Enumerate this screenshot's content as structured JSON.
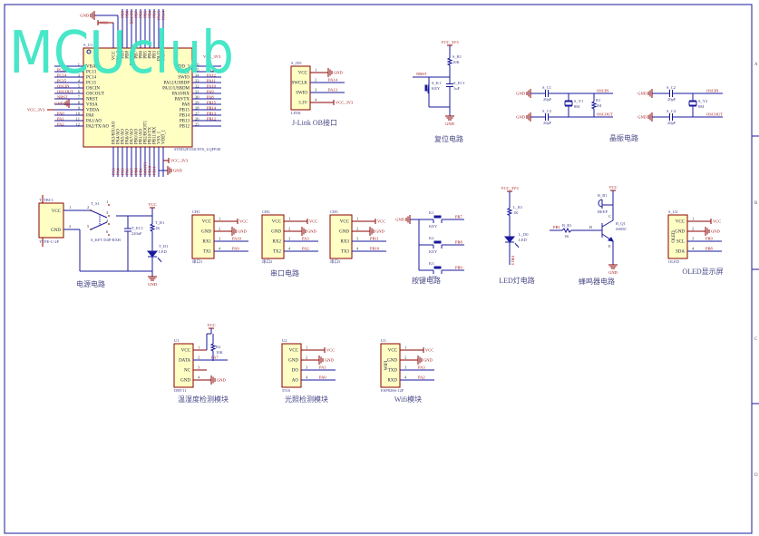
{
  "watermark": "MCUclub",
  "border_zones": [
    "A",
    "B",
    "C",
    "D"
  ],
  "mcu": {
    "designator": "S_U1",
    "part": "STM32F103C8T6_LQFP48",
    "left_pins": [
      {
        "num": "1",
        "name": "VBAT",
        "net": ""
      },
      {
        "num": "2",
        "name": "PC13",
        "net": "PC13"
      },
      {
        "num": "3",
        "name": "PC14",
        "net": "PC14"
      },
      {
        "num": "4",
        "name": "PC15",
        "net": "PC15"
      },
      {
        "num": "5",
        "name": "OSCIN",
        "net": "OSCIN"
      },
      {
        "num": "6",
        "name": "OSCOUT",
        "net": "OSCOUT"
      },
      {
        "num": "7",
        "name": "NRST",
        "net": "NRST"
      },
      {
        "num": "8",
        "name": "VSSA",
        "net": "GND"
      },
      {
        "num": "9",
        "name": "VDDA",
        "net": "VCC_3V3"
      },
      {
        "num": "10",
        "name": "PA0",
        "net": "PA0"
      },
      {
        "num": "11",
        "name": "PA1/AO",
        "net": "PA1"
      },
      {
        "num": "12",
        "name": "PA2/TX/AO",
        "net": "PA2"
      }
    ],
    "right_pins": [
      {
        "num": "36",
        "name": "VDD_3",
        "net": "VCC_3V3"
      },
      {
        "num": "35",
        "name": "VSS_2",
        "net": "PA13"
      },
      {
        "num": "34",
        "name": "SWIO",
        "net": "PA12"
      },
      {
        "num": "33",
        "name": "PA12/USBDP",
        "net": "PA11"
      },
      {
        "num": "32",
        "name": "PA11/USBDM",
        "net": "PA10"
      },
      {
        "num": "31",
        "name": "PA10/RX",
        "net": "PA9"
      },
      {
        "num": "30",
        "name": "PA9/TX",
        "net": "PA8"
      },
      {
        "num": "29",
        "name": "PA8",
        "net": "PB15"
      },
      {
        "num": "28",
        "name": "PB15",
        "net": "PB14"
      },
      {
        "num": "27",
        "name": "PB14",
        "net": "PB13"
      },
      {
        "num": "26",
        "name": "PB13",
        "net": "PB12"
      },
      {
        "num": "25",
        "name": "PB12",
        "net": ""
      }
    ],
    "top_pins": [
      {
        "num": "48",
        "name": "VCC",
        "net": "VCC"
      },
      {
        "num": "47",
        "name": "VSS_3",
        "net": "GND"
      },
      {
        "num": "46",
        "name": "PB9",
        "net": "PB9"
      },
      {
        "num": "45",
        "name": "PB8",
        "net": "PB8"
      },
      {
        "num": "44",
        "name": "BOOT0",
        "net": "BOOT0"
      },
      {
        "num": "43",
        "name": "PB7",
        "net": "PB7"
      },
      {
        "num": "42",
        "name": "PB6",
        "net": "PB6"
      },
      {
        "num": "41",
        "name": "PB5",
        "net": "PB5"
      },
      {
        "num": "40",
        "name": "PB4",
        "net": "PB4"
      },
      {
        "num": "39",
        "name": "PB3",
        "net": "PB3"
      },
      {
        "num": "38",
        "name": "PA15",
        "net": "PA15"
      },
      {
        "num": "37",
        "name": "PA14",
        "net": "PA14"
      }
    ],
    "bottom_pins": [
      {
        "num": "13",
        "name": "PA3/RX/AO",
        "net": "PA3"
      },
      {
        "num": "14",
        "name": "PA4/AO",
        "net": "PA4"
      },
      {
        "num": "15",
        "name": "PA5/AO",
        "net": "PA5"
      },
      {
        "num": "16",
        "name": "PA6/AO",
        "net": "PA6"
      },
      {
        "num": "17",
        "name": "PA7/AO",
        "net": "PA7"
      },
      {
        "num": "18",
        "name": "PB0/AO",
        "net": "PB0"
      },
      {
        "num": "19",
        "name": "PB1/AO",
        "net": "PB1"
      },
      {
        "num": "20",
        "name": "PB2/BOOT1",
        "net": "BOOT1"
      },
      {
        "num": "21",
        "name": "PB10/TX",
        "net": "PB10"
      },
      {
        "num": "22",
        "name": "PB11/RX",
        "net": "PB11"
      },
      {
        "num": "23",
        "name": "VSS_1",
        "net": "GND"
      },
      {
        "num": "24",
        "name": "VDD_1",
        "net": "VCC_3V3"
      }
    ]
  },
  "jlink": {
    "designator": "S_JD1",
    "footer": "LINK",
    "title": "J-Link OB接口",
    "pins": [
      {
        "num": "1",
        "name": "VCC",
        "net": "GND",
        "type": "gnd"
      },
      {
        "num": "2",
        "name": "SWCLK",
        "net": "PA14",
        "type": "label"
      },
      {
        "num": "3",
        "name": "SWIO",
        "net": "PA13",
        "type": "label"
      },
      {
        "num": "4",
        "name": "3.3V",
        "net": "VCC_3V3",
        "type": "vcc"
      }
    ]
  },
  "reset": {
    "title": "复位电路",
    "power": "VCC_3V3",
    "net": "NRST",
    "gnd": "GND",
    "resistor": {
      "ref": "S_R1",
      "value": "10K"
    },
    "cap": {
      "ref": "S_EC1",
      "value": "1uF"
    },
    "key": {
      "ref": "S_K1",
      "value": "KEY"
    }
  },
  "crystal": {
    "title": "晶振电路",
    "left": {
      "gnd": "GND",
      "c_top": {
        "ref": "S_C1",
        "value": "20pF"
      },
      "c_bot": {
        "ref": "S_C3",
        "value": "20pF"
      },
      "xtal": {
        "ref": "S_Y1",
        "value": "8M"
      },
      "res": {
        "ref": "R1",
        "value": "1M"
      },
      "net_in": "OSCIN",
      "net_out": "OSCOUT"
    },
    "right": {
      "gnd": "GND",
      "c_top": {
        "ref": "S_C2",
        "value": "20pF"
      },
      "c_bot": {
        "ref": "S_C4",
        "value": "20pF"
      },
      "xtal": {
        "ref": "S_Y2",
        "value": "8M"
      },
      "net_in": "OSCIN",
      "net_out": "OSCOUT"
    }
  },
  "power": {
    "title": "电源电路",
    "usb": {
      "designator": "T_TBC1",
      "footer": "TYPE-C-2P",
      "pins": [
        {
          "num": "1",
          "name": "VCC"
        },
        {
          "num": "2",
          "name": "GND"
        }
      ]
    },
    "switch": {
      "ref": "T_S1",
      "footer": "S_KFT D4P-RXB",
      "pins": [
        "1",
        "2",
        "3",
        "4",
        "5",
        "6"
      ]
    },
    "cap": {
      "ref": "T_EC1",
      "value": "220uF"
    },
    "resistor": {
      "ref": "T_R1",
      "value": "1K"
    },
    "led": {
      "ref": "T_D1",
      "value": "LED"
    },
    "vcc": "VCC",
    "gnd": "GND"
  },
  "serial": {
    "title": "串口电路",
    "ports": [
      {
        "designator": "CH1",
        "footer": "串口1",
        "pins": [
          {
            "num": "1",
            "name": "VCC",
            "net": "VCC",
            "type": "vcc"
          },
          {
            "num": "2",
            "name": "GND",
            "net": "GND",
            "type": "gnd"
          },
          {
            "num": "3",
            "name": "RX1",
            "net": "PA10",
            "type": "label"
          },
          {
            "num": "4",
            "name": "TX1",
            "net": "PA9",
            "type": "label"
          }
        ]
      },
      {
        "designator": "CH2",
        "footer": "串口2",
        "pins": [
          {
            "num": "1",
            "name": "VCC",
            "net": "VCC",
            "type": "vcc"
          },
          {
            "num": "2",
            "name": "GND",
            "net": "GND",
            "type": "gnd"
          },
          {
            "num": "3",
            "name": "RX2",
            "net": "PA3",
            "type": "label"
          },
          {
            "num": "4",
            "name": "TX2",
            "net": "PA2",
            "type": "label"
          }
        ]
      },
      {
        "designator": "CH3",
        "footer": "串口3",
        "pins": [
          {
            "num": "1",
            "name": "VCC",
            "net": "VCC",
            "type": "vcc"
          },
          {
            "num": "2",
            "name": "GND",
            "net": "GND",
            "type": "gnd"
          },
          {
            "num": "3",
            "name": "RX3",
            "net": "PB11",
            "type": "label"
          },
          {
            "num": "4",
            "name": "TX3",
            "net": "PB10",
            "type": "label"
          }
        ]
      }
    ]
  },
  "keys": {
    "title": "按键电路",
    "gnd": "GND",
    "items": [
      {
        "ref": "K1",
        "value": "KEY",
        "net": "PB7"
      },
      {
        "ref": "K2",
        "value": "KEY",
        "net": "PB8"
      },
      {
        "ref": "K3",
        "value": "KEY",
        "net": "PB9"
      }
    ]
  },
  "led": {
    "title": "LED灯电路",
    "power": "VCC_3V3",
    "resistor": {
      "ref": "L_R1",
      "value": "1K"
    },
    "led": {
      "ref": "L_D0",
      "value": "LED"
    },
    "net": "PB13"
  },
  "buzzer": {
    "title": "蜂鸣器电路",
    "vcc": "VCC",
    "gnd": "GND",
    "beep": {
      "ref": "B_B1",
      "value": "BEEP"
    },
    "resistor": {
      "ref": "B_R1",
      "value": "1K"
    },
    "transistor": {
      "ref": "B_Q1",
      "value": "S8050"
    },
    "net": "PB1",
    "pin_b": "B",
    "pin_c": "C",
    "pin_e": "E"
  },
  "oled": {
    "title": "OLED显示屏",
    "designator": "S_U2",
    "footer": "OLED",
    "body": "OLED",
    "pins": [
      {
        "num": "1",
        "name": "VCC",
        "net": "VCC",
        "type": "vcc"
      },
      {
        "num": "2",
        "name": "GND",
        "net": "GND",
        "type": "gnd"
      },
      {
        "num": "3",
        "name": "SCL",
        "net": "PB9",
        "type": "label"
      },
      {
        "num": "4",
        "name": "SDA",
        "net": "PB8",
        "type": "label"
      }
    ]
  },
  "dht11": {
    "title": "温湿度检测模块",
    "designator": "U1",
    "footer": "DHT11",
    "vcc": "VCC",
    "resistor": {
      "ref": "R2",
      "value": "10K"
    },
    "pins": [
      {
        "num": "1",
        "name": "VCC",
        "net": "",
        "type": "none"
      },
      {
        "num": "2",
        "name": "DATA",
        "net": "PA7",
        "type": "label"
      },
      {
        "num": "3",
        "name": "NC",
        "net": "",
        "type": "nc"
      },
      {
        "num": "4",
        "name": "GND",
        "net": "GND",
        "type": "gnd"
      }
    ]
  },
  "light": {
    "title": "光照检测模块",
    "designator": "U2",
    "footer": "5516",
    "pins": [
      {
        "num": "1",
        "name": "VCC",
        "net": "VCC",
        "type": "vcc"
      },
      {
        "num": "2",
        "name": "GND",
        "net": "GND",
        "type": "gnd"
      },
      {
        "num": "3",
        "name": "DO",
        "net": "PA1",
        "type": "label"
      },
      {
        "num": "4",
        "name": "AO",
        "net": "PA0",
        "type": "label"
      }
    ]
  },
  "wifi": {
    "title": "Wifi模块",
    "designator": "U3",
    "footer": "ESP8266-12F",
    "body": "WIFI",
    "pins": [
      {
        "num": "1",
        "name": "VCC",
        "net": "VCC",
        "type": "vcc"
      },
      {
        "num": "2",
        "name": "GND",
        "net": "GND",
        "type": "gnd"
      },
      {
        "num": "3",
        "name": "TXD",
        "net": "PA3",
        "type": "label"
      },
      {
        "num": "4",
        "name": "RXD",
        "net": "PA2",
        "type": "label"
      }
    ]
  }
}
